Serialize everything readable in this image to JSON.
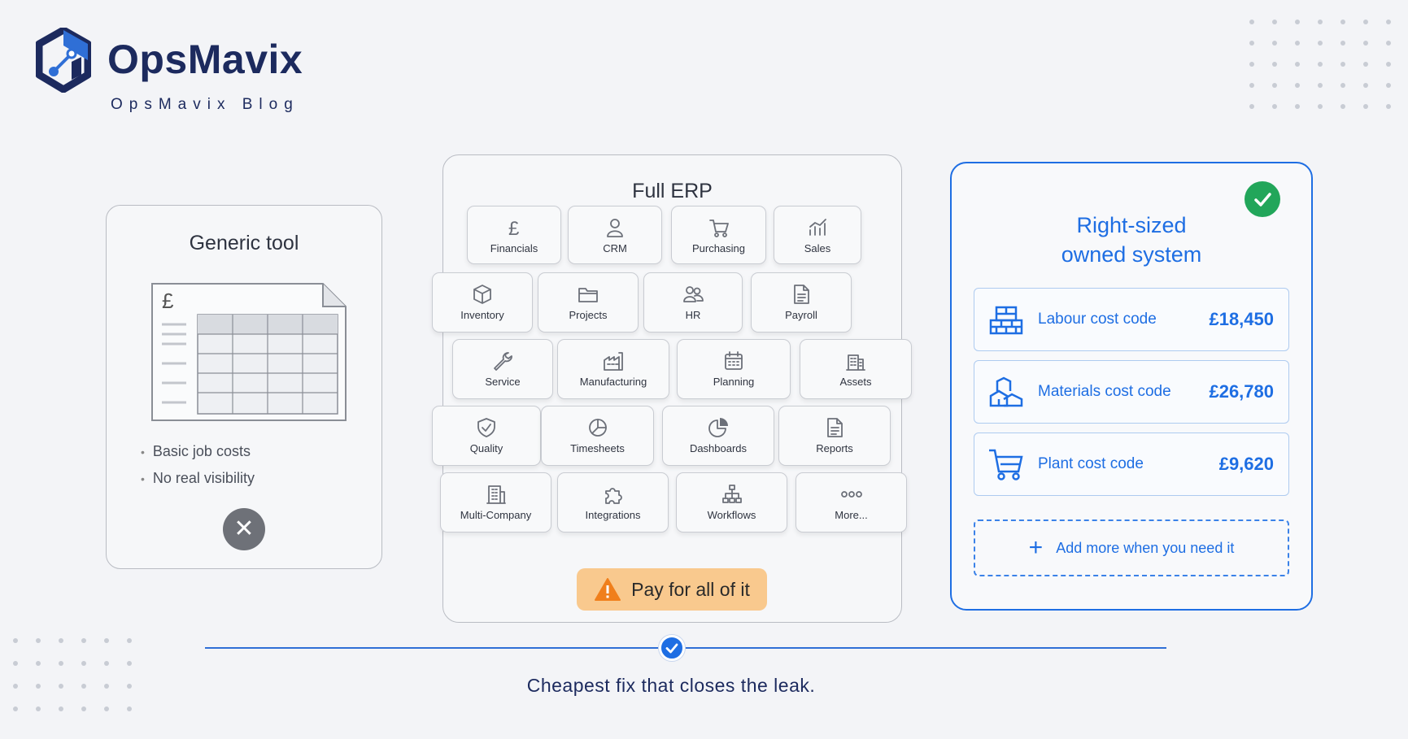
{
  "brand": {
    "name": "OpsMavix",
    "subtitle": "OpsMavix Blog",
    "logo_icon": "hexagon-network-logo",
    "color": "#1c2a5e"
  },
  "generic_tool": {
    "title": "Generic tool",
    "sheet_currency": "£",
    "bullets": [
      "Basic job costs",
      "No real visibility"
    ],
    "status_icon": "close-icon"
  },
  "full_erp": {
    "title": "Full ERP",
    "modules": [
      {
        "label": "Financials",
        "icon": "pound-icon"
      },
      {
        "label": "CRM",
        "icon": "person-icon"
      },
      {
        "label": "Purchasing",
        "icon": "cart-icon"
      },
      {
        "label": "Sales",
        "icon": "bar-chart-icon"
      },
      {
        "label": "Inventory",
        "icon": "box-icon"
      },
      {
        "label": "Projects",
        "icon": "folder-icon"
      },
      {
        "label": "HR",
        "icon": "people-icon"
      },
      {
        "label": "Payroll",
        "icon": "document-icon"
      },
      {
        "label": "Service",
        "icon": "wrench-icon"
      },
      {
        "label": "Manufacturing",
        "icon": "factory-icon"
      },
      {
        "label": "Planning",
        "icon": "calendar-icon"
      },
      {
        "label": "Assets",
        "icon": "building-icon"
      },
      {
        "label": "Quality",
        "icon": "shield-icon"
      },
      {
        "label": "Timesheets",
        "icon": "clock-pie-icon"
      },
      {
        "label": "Dashboards",
        "icon": "pie-chart-icon"
      },
      {
        "label": "Reports",
        "icon": "report-icon"
      },
      {
        "label": "Multi-Company",
        "icon": "office-icon"
      },
      {
        "label": "Integrations",
        "icon": "puzzle-icon"
      },
      {
        "label": "Workflows",
        "icon": "hierarchy-icon"
      },
      {
        "label": "More...",
        "icon": "ellipsis-icon"
      }
    ],
    "warning": "Pay for all of it",
    "warning_color": "#f9c98e"
  },
  "right_sized": {
    "title_line1": "Right-sized",
    "title_line2": "owned system",
    "accent": "#1e6ee3",
    "cost_codes": [
      {
        "name": "Labour cost code",
        "amount": "£18,450",
        "icon": "bricks-icon"
      },
      {
        "name": "Materials cost code",
        "amount": "£26,780",
        "icon": "materials-icon"
      },
      {
        "name": "Plant cost code",
        "amount": "£9,620",
        "icon": "trolley-icon"
      }
    ],
    "add_more": "Add more when you need it",
    "check_color": "#22a65a"
  },
  "caption": "Cheapest fix that closes the leak."
}
